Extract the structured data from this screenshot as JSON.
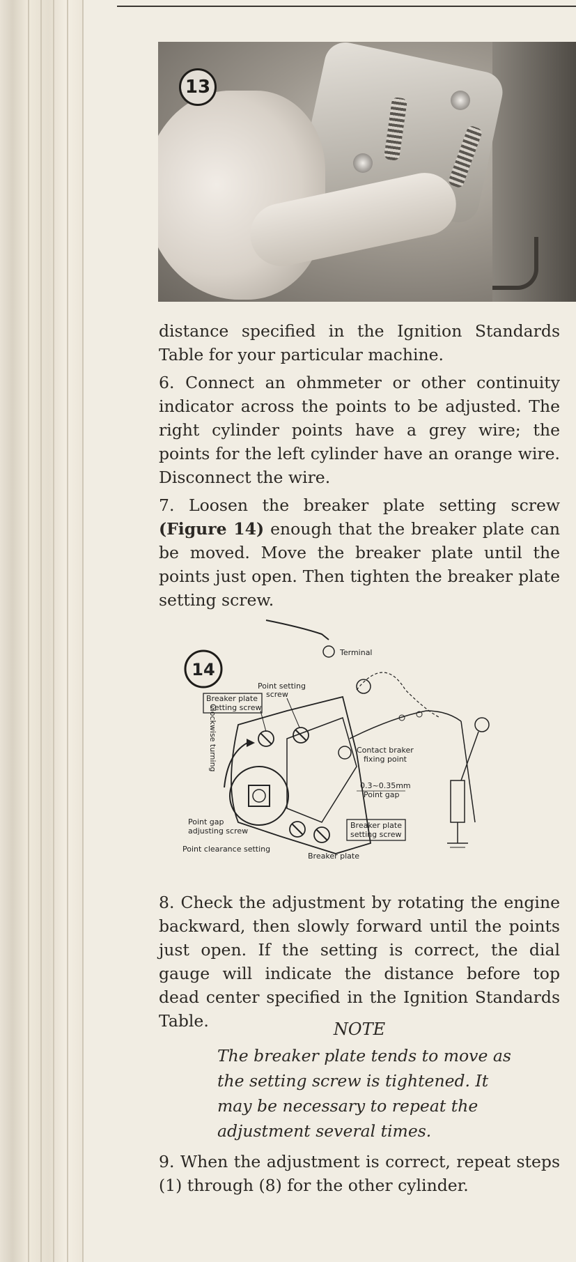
{
  "figure13": {
    "number": "13"
  },
  "paragraph_intro": "distance specified in the Ignition Standards Table for your particular machine.",
  "step6": "6. Connect an ohmmeter or other continuity indicator across the points to be adjusted. The right cylinder points have a grey wire; the points for the left cylinder have an orange wire. Disconnect the wire.",
  "step7": {
    "prefix": "7. Loosen the breaker plate setting screw ",
    "figure_ref": "(Figure 14)",
    "suffix": " enough that the breaker plate can be moved. Move the breaker plate until the points just open. Then tighten the breaker plate setting screw."
  },
  "figure14": {
    "number": "14",
    "labels": {
      "terminal": "Terminal",
      "point_setting_screw_1": "Point setting",
      "point_setting_screw_2": "screw",
      "breaker_plate_setting_screw_tl_1": "Breaker plate",
      "breaker_plate_setting_screw_tl_2": "setting screw",
      "clockwise_turning": "Clockwise turning",
      "contact_breaker_1": "Contact braker",
      "contact_breaker_2": "fixing point",
      "gap_value": "0.3~0.35mm",
      "point_gap": "Point gap",
      "point_gap_adjusting_1": "Point gap",
      "point_gap_adjusting_2": "adjusting screw",
      "breaker_plate_setting_screw_br_1": "Breaker plate",
      "breaker_plate_setting_screw_br_2": "setting screw",
      "point_clearance_setting": "Point clearance setting",
      "breaker_plate": "Breaker plate"
    }
  },
  "step8": "8. Check the adjustment by rotating the engine backward, then slowly forward until the points just open. If the setting is correct, the dial gauge will indicate the distance before top dead center specified in the Ignition Standards Table.",
  "note": {
    "title": "NOTE",
    "body": "The breaker plate tends to move as the setting screw is tightened. It may be necessary to repeat the adjustment several times."
  },
  "step9": "9. When the adjustment is correct, repeat steps (1) through (8) for the other cylinder."
}
